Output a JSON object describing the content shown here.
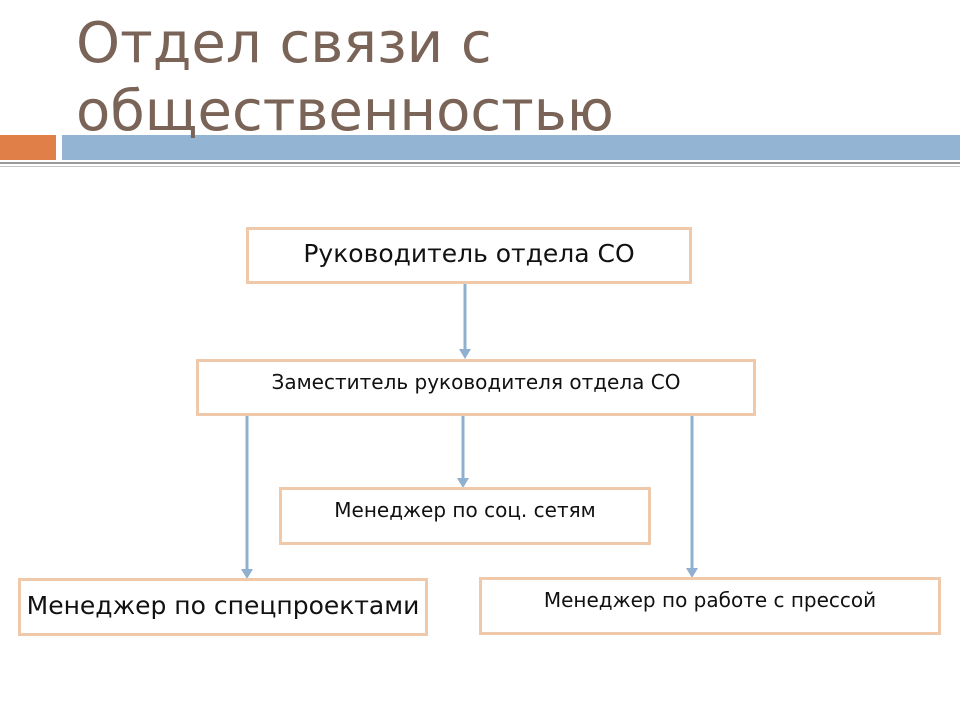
{
  "slide": {
    "title": "Отдел связи с общественностью"
  },
  "colors": {
    "title_text": "#7a6357",
    "accent_bar": "#e07f48",
    "main_bar": "#93b5d3",
    "node_border": "#f0c9aa",
    "connector": "#8fb0cf"
  },
  "org_chart": {
    "nodes": [
      {
        "id": "head",
        "label": "Руководитель отдела СО"
      },
      {
        "id": "deputy",
        "label": "Заместитель руководителя отдела СО"
      },
      {
        "id": "social",
        "label": "Менеджер по соц. сетям"
      },
      {
        "id": "special",
        "label": "Менеджер по спецпроектами"
      },
      {
        "id": "press",
        "label": "Менеджер по работе с прессой"
      }
    ],
    "edges": [
      {
        "from": "head",
        "to": "deputy"
      },
      {
        "from": "deputy",
        "to": "social"
      },
      {
        "from": "deputy",
        "to": "special"
      },
      {
        "from": "deputy",
        "to": "press"
      }
    ]
  }
}
